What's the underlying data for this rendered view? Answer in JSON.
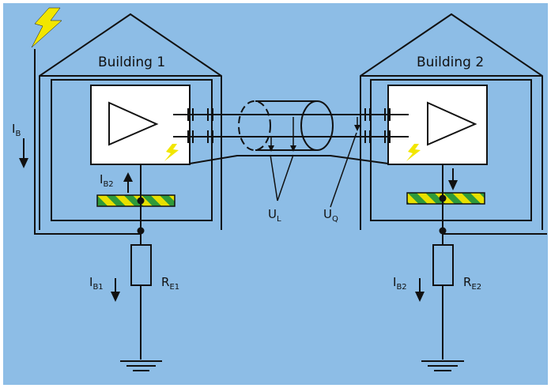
{
  "buildings": [
    {
      "name": "Building 1"
    },
    {
      "name": "Building 2"
    }
  ],
  "labels": {
    "ib": {
      "main": "I",
      "sub": "B"
    },
    "ib2_left": {
      "main": "I",
      "sub": "B2"
    },
    "ib1": {
      "main": "I",
      "sub": "B1"
    },
    "re1": {
      "main": "R",
      "sub": "E1"
    },
    "ib2_right": {
      "main": "I",
      "sub": "B2"
    },
    "re2": {
      "main": "R",
      "sub": "E2"
    },
    "ul": {
      "main": "U",
      "sub": "L"
    },
    "uq": {
      "main": "U",
      "sub": "Q"
    }
  },
  "colors": {
    "background": "#8dbde6",
    "line": "#111111",
    "box_fill": "#ffffff",
    "lightning": "#f2e600",
    "earth_bar_yellow": "#e8e000",
    "earth_bar_green": "#2f9a3a"
  },
  "icons": [
    "lightning-icon",
    "amplifier-icon",
    "ground-icon",
    "current-arrow-icon"
  ]
}
